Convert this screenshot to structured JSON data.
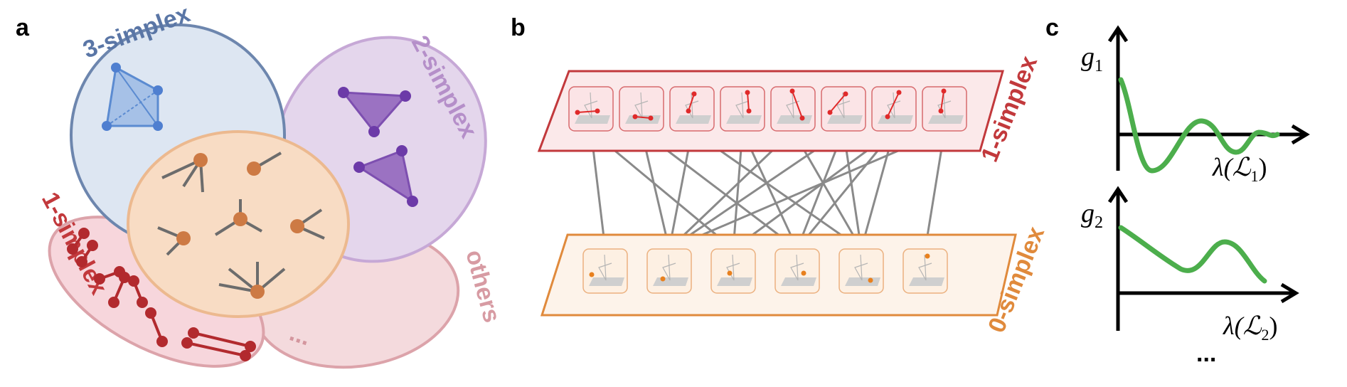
{
  "panels": {
    "a": {
      "letter": "a",
      "groups": [
        {
          "id": "3-simplex",
          "label": "3-simplex",
          "color": "#5a76a6",
          "fill": "#dde6f2"
        },
        {
          "id": "2-simplex",
          "label": "2-simplex",
          "color": "#b58fc9",
          "fill": "#e4d6ec"
        },
        {
          "id": "1-simplex",
          "label": "1-simplex",
          "color": "#c2393c",
          "fill": "#f6d4da"
        },
        {
          "id": "others",
          "label": "others",
          "color": "#d79ba3",
          "fill": "#f4dadd"
        }
      ],
      "ellipsis": "..."
    },
    "b": {
      "letter": "b",
      "top_layer_label": "1-simplex",
      "bottom_layer_label": "0-simplex",
      "top_color": "#c2393c",
      "bottom_color": "#e08a3c",
      "top_count": 8,
      "bottom_count": 6,
      "connections": [
        [
          0,
          0
        ],
        [
          0,
          2
        ],
        [
          1,
          1
        ],
        [
          1,
          3
        ],
        [
          2,
          1
        ],
        [
          2,
          4
        ],
        [
          3,
          2
        ],
        [
          3,
          3
        ],
        [
          4,
          1
        ],
        [
          4,
          4
        ],
        [
          5,
          3
        ],
        [
          5,
          1
        ],
        [
          6,
          2
        ],
        [
          6,
          3
        ],
        [
          7,
          5
        ],
        [
          7,
          1
        ],
        [
          5,
          4
        ],
        [
          6,
          4
        ]
      ]
    },
    "c": {
      "letter": "c",
      "plots": [
        {
          "ylabel_main": "g",
          "ylabel_sub": "1",
          "xlabel_prefix": "λ(",
          "xlabel_main": "ℒ",
          "xlabel_sub": "1",
          "xlabel_suffix": ")"
        },
        {
          "ylabel_main": "g",
          "ylabel_sub": "2",
          "xlabel_prefix": "λ(",
          "xlabel_main": "ℒ",
          "xlabel_sub": "2",
          "xlabel_suffix": ")"
        }
      ],
      "curve_color": "#4cae4c",
      "ellipsis": "..."
    }
  }
}
